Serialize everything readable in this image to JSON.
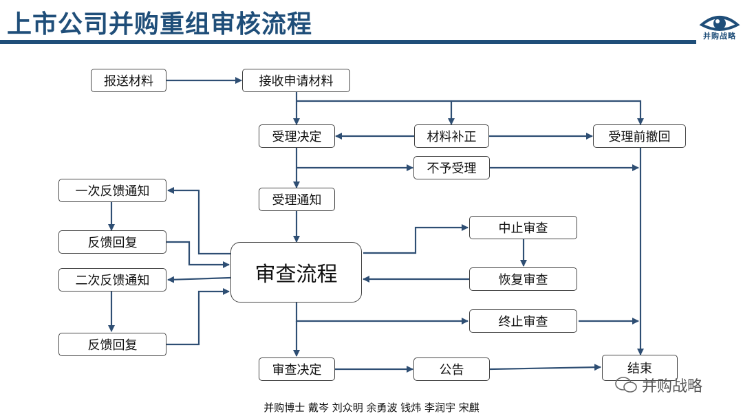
{
  "header": {
    "title": "上市公司并购重组审核流程",
    "logo_text": "并购战略"
  },
  "nodes": {
    "submit": "报送材料",
    "receive": "接收申请材料",
    "accept_decision": "受理决定",
    "supplement": "材料补正",
    "withdraw": "受理前撤回",
    "reject": "不予受理",
    "accept_notice": "受理通知",
    "feedback1": "一次反馈通知",
    "reply1": "反馈回复",
    "feedback2": "二次反馈通知",
    "reply2": "反馈回复",
    "review": "审查流程",
    "suspend": "中止审查",
    "resume": "恢复审查",
    "terminate": "终止审查",
    "review_decision": "审查决定",
    "announce": "公告",
    "end": "结束"
  },
  "footer": {
    "credits": "并购博士 戴岑 刘众明 余勇波 钱炜 李润宇 宋麒",
    "watermark": "并购战略"
  },
  "colors": {
    "title": "#1f4e79",
    "arrow": "#2e4e73",
    "border": "#444444"
  }
}
